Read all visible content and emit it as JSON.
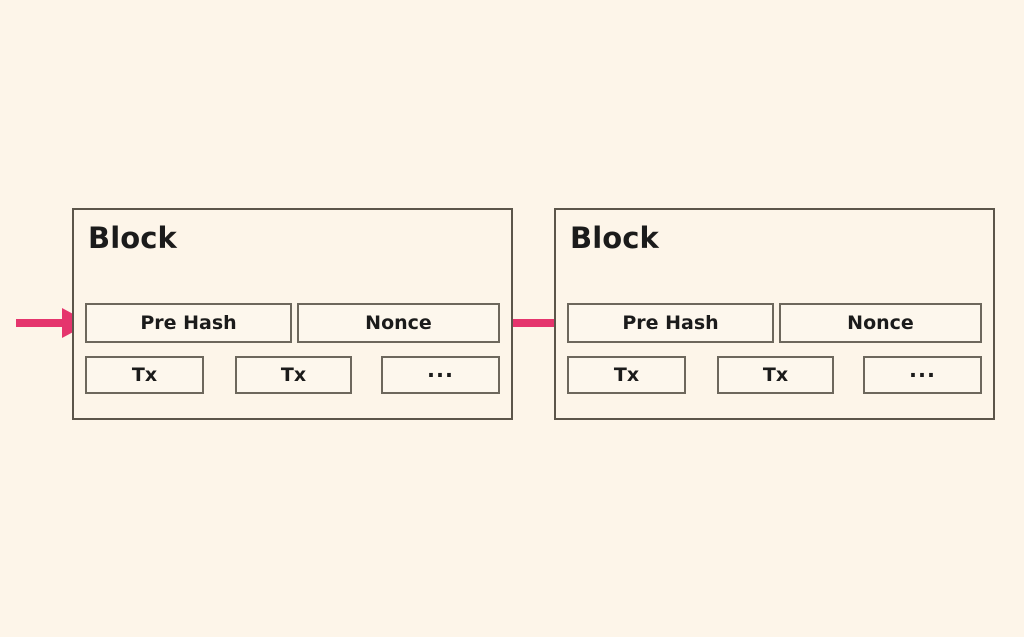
{
  "diagram": {
    "title": "Blockchain block chain diagram",
    "background_color": "#fdf5e9",
    "border_color": "#5c554a",
    "inner_border_color": "#6d675c",
    "arrow_color": "#e5356d",
    "text_color": "#1b1b1b"
  },
  "blocks": [
    {
      "title": "Block",
      "header_fields": [
        {
          "label": "Pre Hash"
        },
        {
          "label": "Nonce"
        }
      ],
      "transactions": [
        {
          "label": "Tx"
        },
        {
          "label": "Tx"
        },
        {
          "label": "..."
        }
      ]
    },
    {
      "title": "Block",
      "header_fields": [
        {
          "label": "Pre Hash"
        },
        {
          "label": "Nonce"
        }
      ],
      "transactions": [
        {
          "label": "Tx"
        },
        {
          "label": "Tx"
        },
        {
          "label": "..."
        }
      ]
    }
  ],
  "arrows": [
    {
      "name": "incoming-arrow",
      "from": "edge",
      "to": "block-1-pre-hash"
    },
    {
      "name": "chain-arrow",
      "from": "block-1",
      "to": "block-2-pre-hash"
    }
  ]
}
